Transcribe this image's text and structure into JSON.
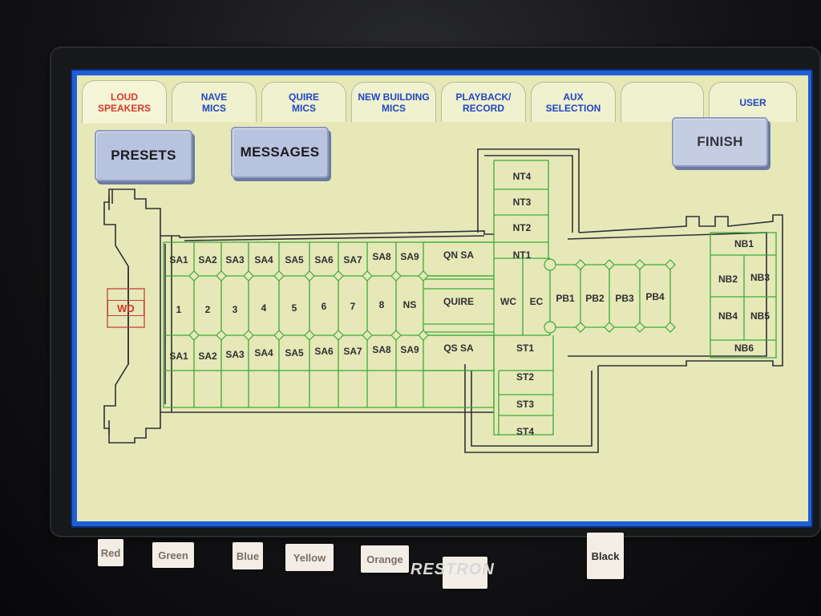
{
  "tabs": [
    {
      "label": "LOUD\nSPEAKERS",
      "active": true
    },
    {
      "label": "NAVE\nMICS"
    },
    {
      "label": "QUIRE\nMICS"
    },
    {
      "label": "NEW BUILDING\nMICS"
    },
    {
      "label": "PLAYBACK/\nRECORD"
    },
    {
      "label": "AUX\nSELECTION"
    },
    {
      "label": ""
    },
    {
      "label": "USER"
    }
  ],
  "buttons": {
    "presets": "PRESETS",
    "messages": "MESSAGES",
    "finish": "FINISH"
  },
  "plan": {
    "wd": "WD",
    "north_aisle": [
      "SA1",
      "SA2",
      "SA3",
      "SA4",
      "SA5",
      "SA6",
      "SA7",
      "SA8",
      "SA9"
    ],
    "nave": [
      "1",
      "2",
      "3",
      "4",
      "5",
      "6",
      "7",
      "8",
      "NS"
    ],
    "south_aisle": [
      "SA1",
      "SA2",
      "SA3",
      "SA4",
      "SA5",
      "SA6",
      "SA7",
      "SA8",
      "SA9"
    ],
    "qn_sa": "QN SA",
    "quire": "QUIRE",
    "qs_sa": "QS SA",
    "north_transept": [
      "NT4",
      "NT3",
      "NT2",
      "NT1"
    ],
    "south_transept": [
      "ST1",
      "ST2",
      "ST3",
      "ST4"
    ],
    "crossing": [
      "WC",
      "EC"
    ],
    "presbytery": [
      "PB1",
      "PB2",
      "PB3",
      "PB4"
    ],
    "new_building": [
      "NB1",
      "NB2",
      "NB3",
      "NB4",
      "NB5",
      "NB6"
    ]
  },
  "bezel": {
    "brand": "RESTRON",
    "tapes": [
      "Red",
      "Green",
      "Blue",
      "Yellow",
      "Orange",
      "",
      "Black"
    ]
  }
}
